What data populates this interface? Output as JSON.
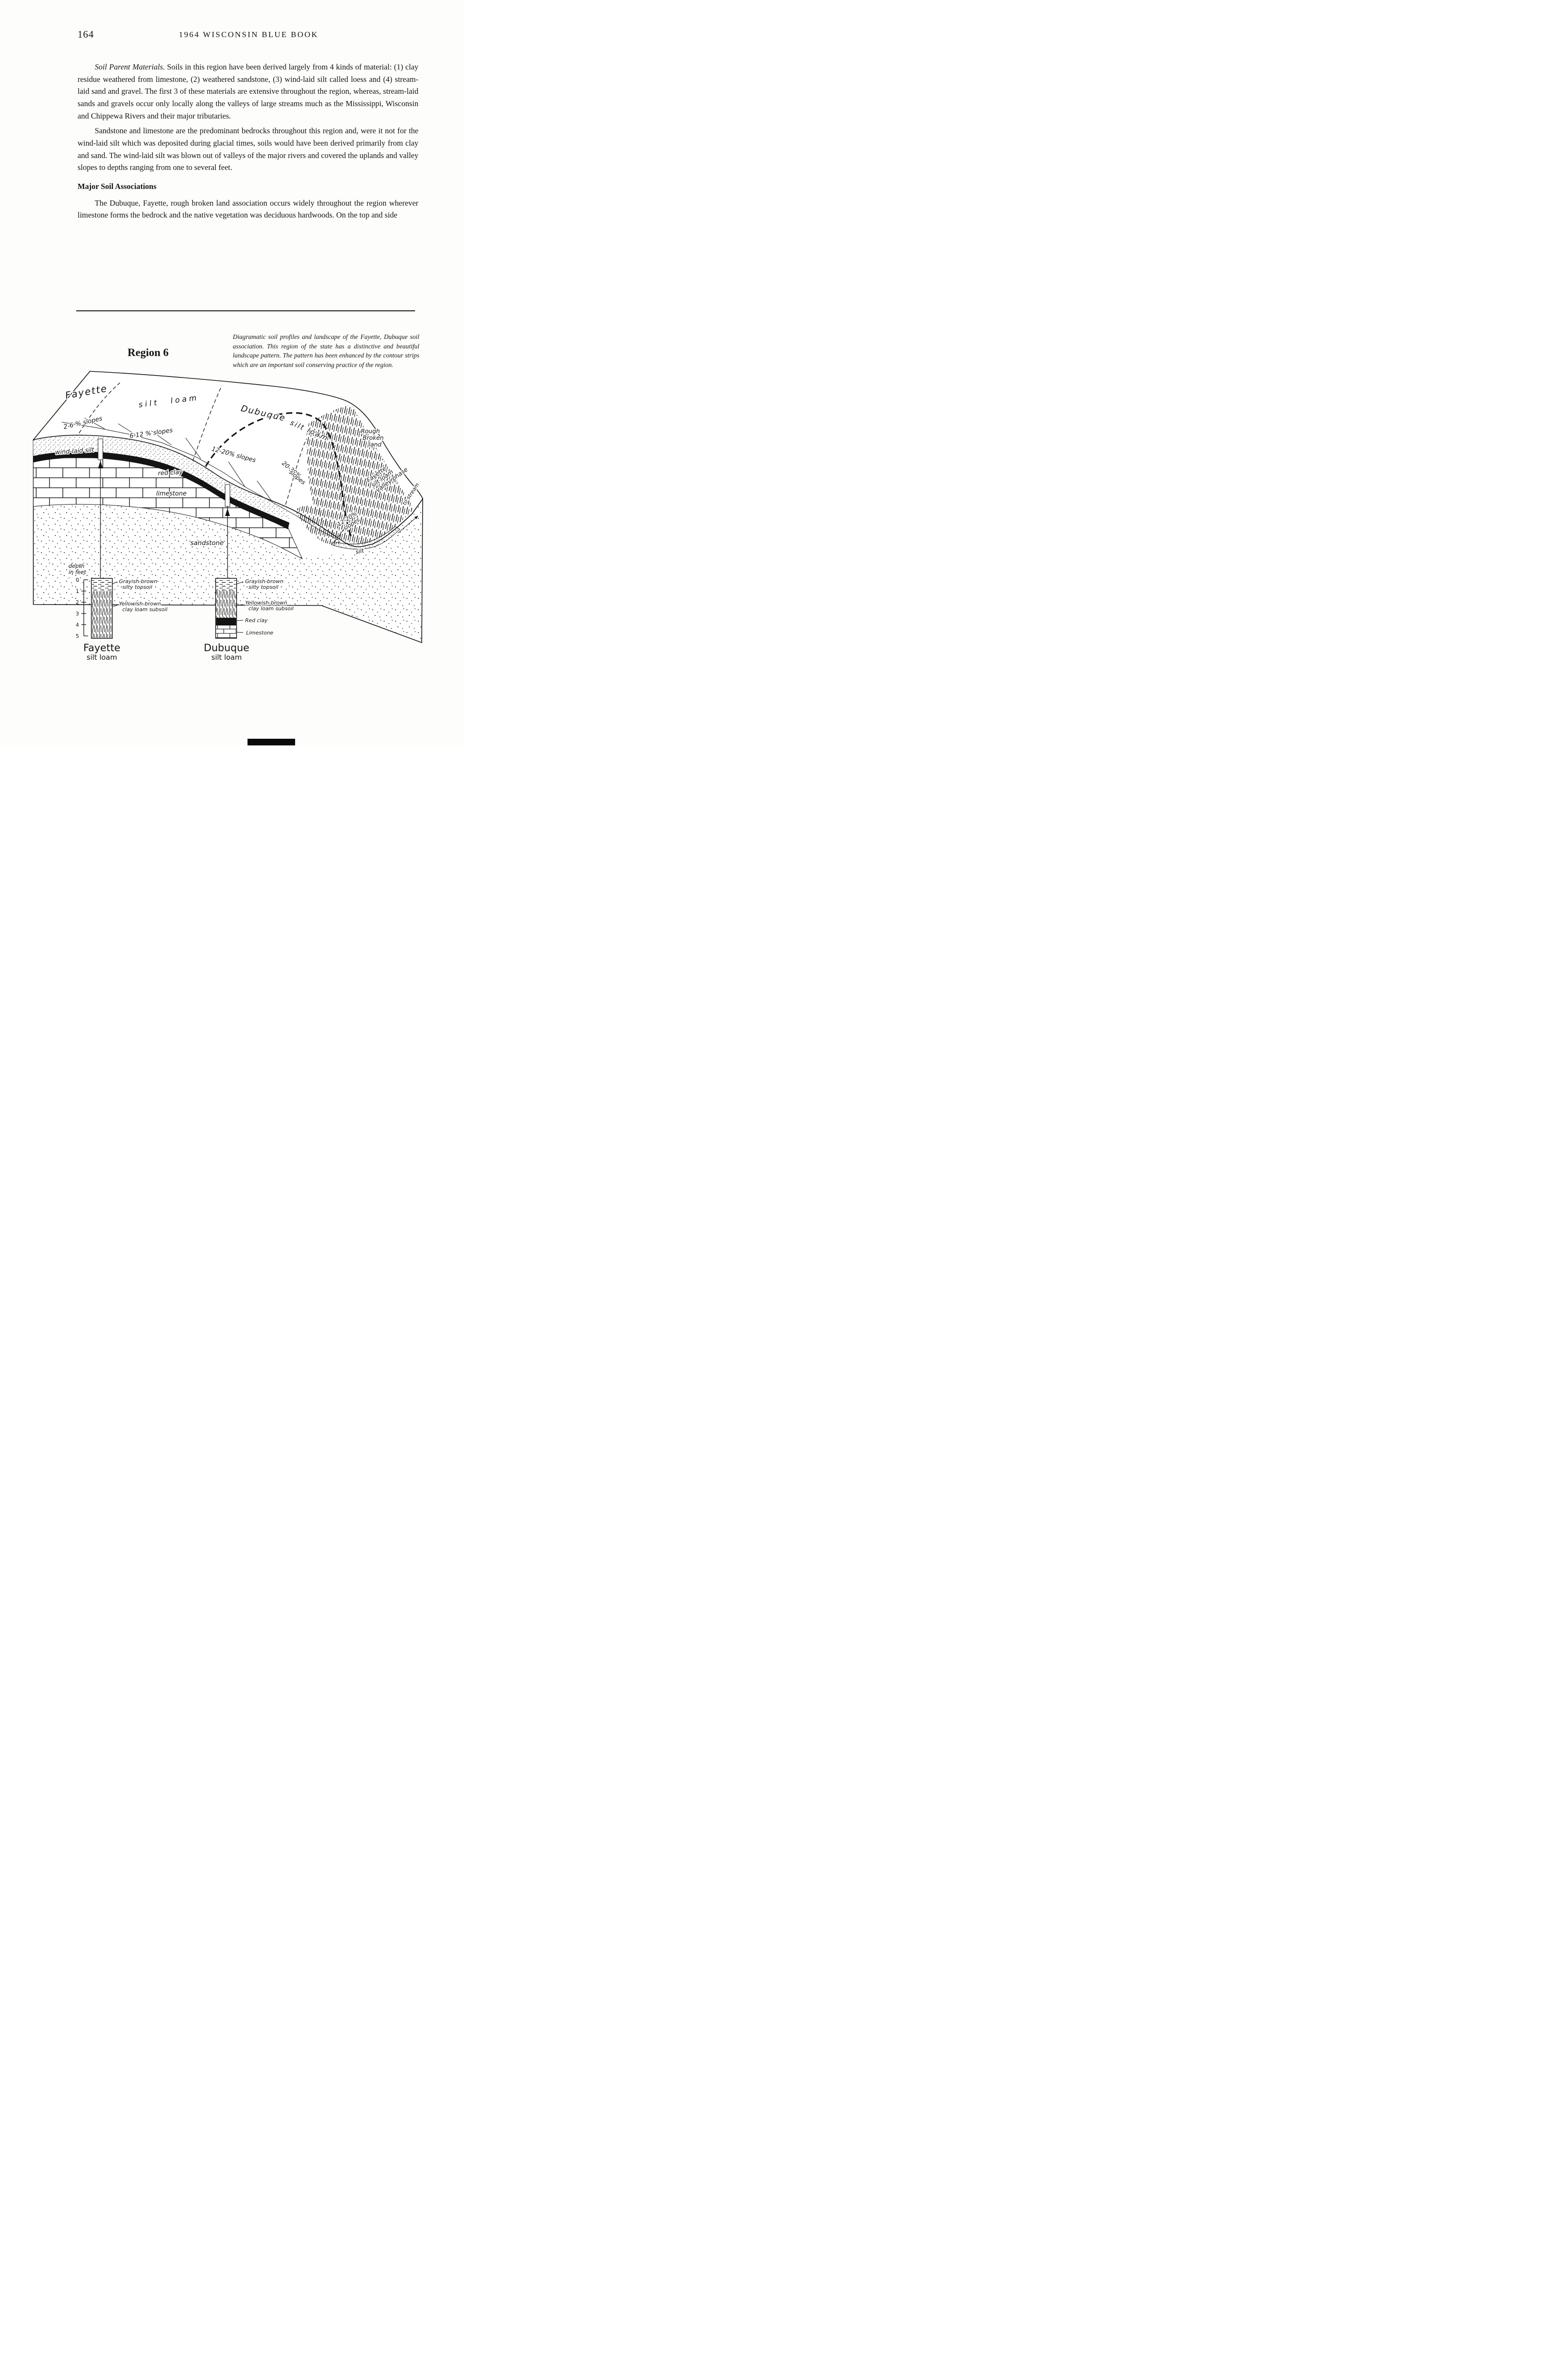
{
  "page": {
    "number": "164",
    "header": "1964 WISCONSIN BLUE BOOK"
  },
  "body": {
    "para1_lead": "Soil Parent Materials.",
    "para1_rest": " Soils in this region have been derived largely from 4 kinds of material: (1) clay residue weathered from limestone, (2) weathered sandstone, (3) wind-laid silt called loess and (4) stream-laid sand and gravel. The first 3 of these materials are extensive throughout the region, whereas, stream-laid sands and gravels occur only locally along the valleys of large streams much as the Mississippi, Wisconsin and Chippewa Rivers and their major tributaries.",
    "para2": "Sandstone and limestone are the predominant bedrocks throughout this region and, were it not for the wind-laid silt which was deposited during glacial times, soils would have been derived primarily from clay and sand. The wind-laid silt was blown out of valleys of the major rivers and covered the uplands and valley slopes to depths ranging from one to several feet.",
    "heading": "Major Soil Associations",
    "para3": "The Dubuque, Fayette, rough broken land association occurs widely throughout the region wherever limestone forms the bedrock and the native vegetation was deciduous hardwoods. On the top and side"
  },
  "figure": {
    "region_label": "Region 6",
    "caption": "Diagramatic soil profiles and landscape of the Fayette, Dubuque soil association. This region of the state has a distinctive and beautiful landscape pattern. The pattern has been enhanced by the contour strips which are an important soil conserving practice of the region.",
    "diagram": {
      "surface_labels": {
        "fayette": "Fayette",
        "fayette_silt_loam": "silt loam",
        "slopes_2_6": "2-6 % slopes",
        "slopes_6_12": "6-12 % slopes",
        "slopes_12_20": "12-20% slopes",
        "dubuque": "Dubuque",
        "dubuque_silt_loam": "silt loam",
        "slopes_20_30_a": "20-30%",
        "slopes_20_30_b": "slopes",
        "rough1": "Rough",
        "rough2": "Broken",
        "rough3": "land",
        "valley_fayette1": "Fayette",
        "valley_fayette2": "silt loam",
        "valley_fayette3": "valley phase",
        "valley_12_20_a": "12-20%",
        "valley_12_20_b": "slopes",
        "to_stream": "to stream",
        "silt": "silt"
      },
      "layer_labels": {
        "wind_laid_silt": "wind-laid silt",
        "red_clay": "red clay",
        "limestone": "limestone",
        "sandstone": "sandstone"
      },
      "depth_scale": {
        "label1": "depth",
        "label2": "in feet",
        "ticks": [
          "0",
          "1",
          "2",
          "3",
          "4",
          "5"
        ]
      },
      "profiles": [
        {
          "name": "Fayette",
          "subname": "silt loam",
          "layer_labels": [
            "Grayish-brown",
            "silty topsoil",
            "Yellowish-brown",
            "clay loam subsoil"
          ]
        },
        {
          "name": "Dubuque",
          "subname": "silt loam",
          "layer_labels": [
            "Grayish-brown",
            "silty topsoil",
            "Yellowish-brown",
            "clay loam subsoil",
            "Red clay",
            "Limestone"
          ]
        }
      ]
    }
  }
}
